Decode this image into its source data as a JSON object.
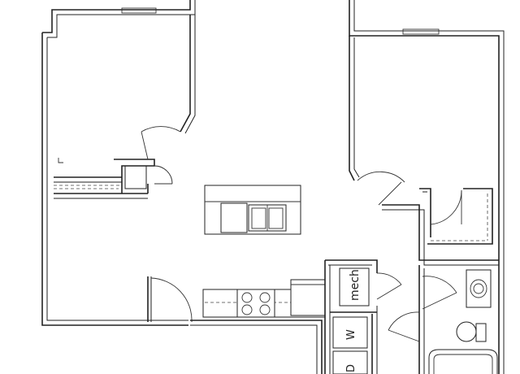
{
  "labels": {
    "mech": "mech",
    "washer": "W",
    "dryer": "D"
  },
  "colors": {
    "wall": "#222222",
    "background": "#ffffff"
  }
}
